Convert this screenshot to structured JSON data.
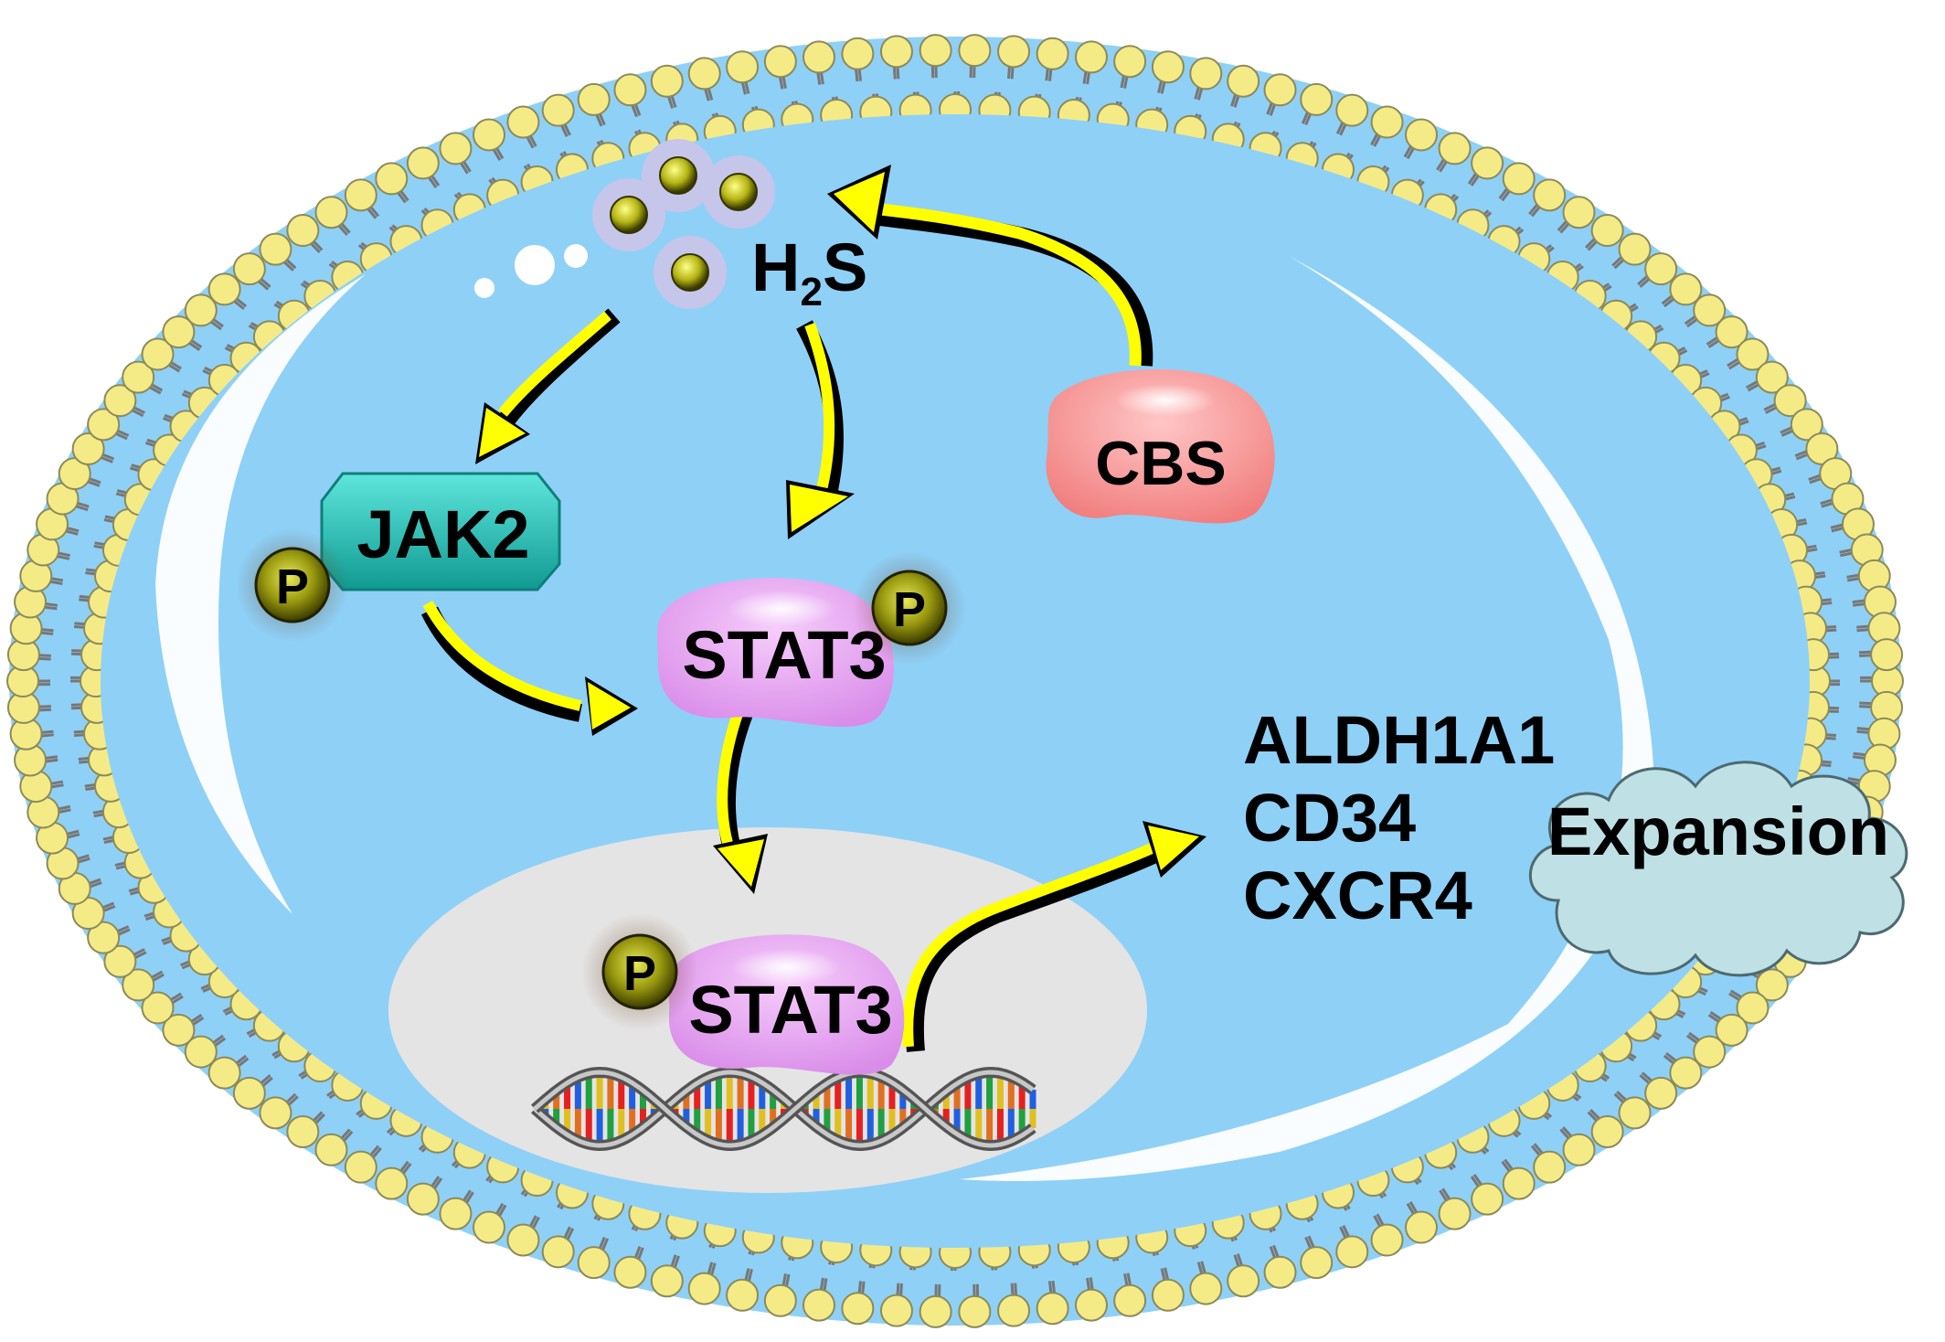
{
  "labels": {
    "h2s_main": "H",
    "h2s_sub": "2",
    "h2s_tail": "S",
    "cbs": "CBS",
    "jak2": "JAK2",
    "stat3_cytoplasm": "STAT3",
    "stat3_nucleus": "STAT3",
    "phospho": "P",
    "genes": [
      "ALDH1A1",
      "CD34",
      "CXCR4"
    ],
    "expansion": "Expansion"
  },
  "colors": {
    "cytoplasm": "#8fd0f7",
    "membrane_head": "#f5eb86",
    "membrane_head_stroke": "#8b8a5a",
    "nucleus": "#e4e4e4",
    "arrow": "#ffff00",
    "jak2": "#22c7bd",
    "stat3": "#e6a0f2",
    "cbs": "#f58a8a",
    "phospho": "#8f8f10",
    "cloud": "#bfe1e6"
  }
}
